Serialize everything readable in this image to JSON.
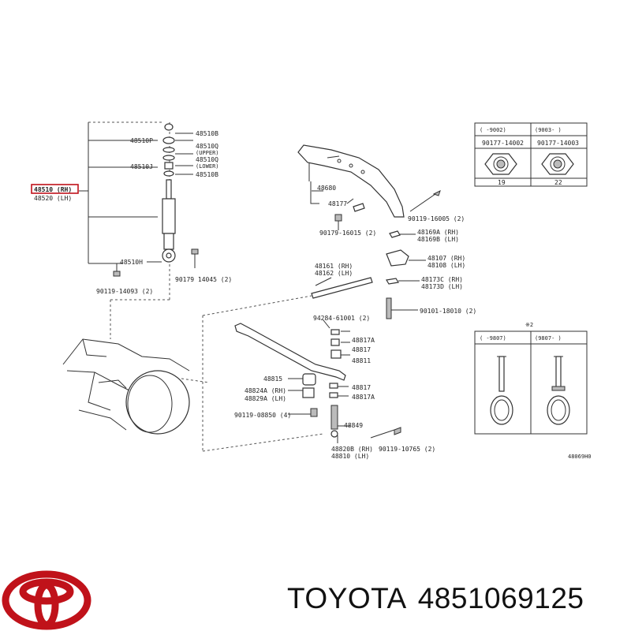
{
  "labels": {
    "p48510b_top": "48510B",
    "p48510p": "48510P",
    "p48510q": "48510Q",
    "upper": "(UPPER)",
    "p48510q_2": "48510Q",
    "lower": "(LOWER)",
    "p48510j": "48510J",
    "p48510b_2": "48510B",
    "p48510_rh": "48510 (RH)",
    "p48520_lh": "48520 (LH)",
    "p48510h": "48510H",
    "p90179_14045": "90179 14045 (2)",
    "p90119_14093": "90119-14093 (2)",
    "p48680": "48680",
    "p48177": "48177",
    "p90179_16015": "90179-16015 (2)",
    "p90119_16005": "90119-16005 (2)",
    "p48169a": "48169A (RH)",
    "p48169b": "48169B (LH)",
    "p48107": "48107 (RH)",
    "p48108": "48108 (LH)",
    "p48173c": "48173C (RH)",
    "p48173d": "48173D (LH)",
    "p90101_18010": "90101-18010 (2)",
    "p48161": "48161 (RH)",
    "p48162": "48162 (LH)",
    "p94284_61001": "94284-61001 (2)",
    "p48817a_1": "48817A",
    "p48817_1": "48817",
    "p48811": "48811",
    "p48815": "48815",
    "p48824a": "48824A (RH)",
    "p48829a": "48829A (LH)",
    "p48817_2": "48817",
    "p48817a_2": "48817A",
    "p90119_08850": "90119-08850 (4)",
    "p48849": "48849",
    "p48820b": "48820B (RH)",
    "p48810": "48810 (LH)",
    "p90119_10765": "90119-10765 (2)",
    "ref_code": "48069H0",
    "box1_col1": "(     -9002)",
    "box1_col2": "(9003-     )",
    "box1_part1": "90177-14002",
    "box1_part2": "90177-14003",
    "box1_dim1": "19",
    "box1_dim2": "22",
    "box2_tag": "※2",
    "box2_col1": "(     -9807)",
    "box2_col2": "(9807-     )"
  },
  "brand": {
    "name": "TOYOTA",
    "part_number": "4851069125"
  },
  "colors": {
    "highlight": "#c0121a",
    "logo": "#c0121a"
  }
}
